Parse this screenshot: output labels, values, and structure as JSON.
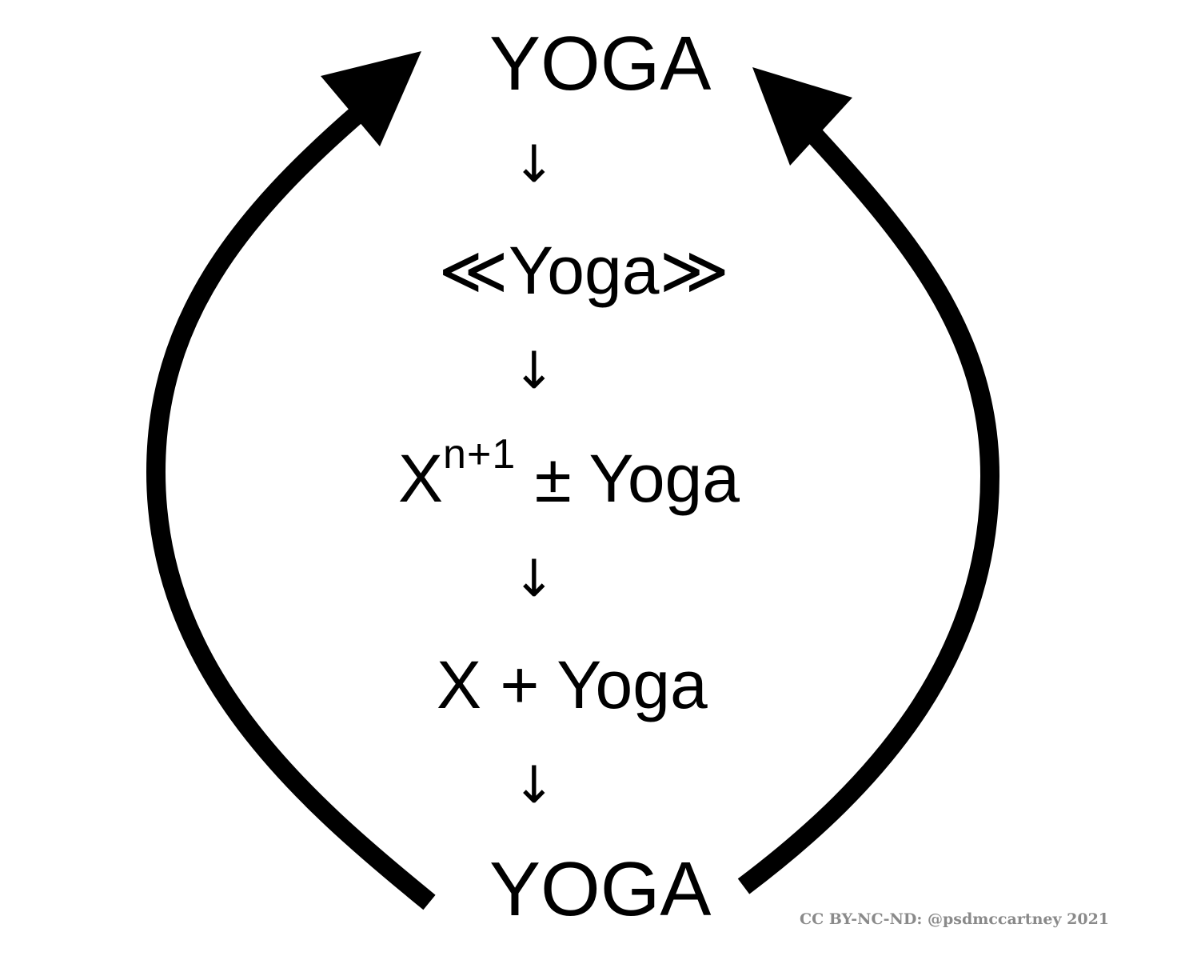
{
  "diagram": {
    "nodes": {
      "top": "YOGA",
      "guillemet_open": "≪",
      "guillemet_word": "Yoga",
      "guillemet_close": "≫",
      "power_base": "X",
      "power_exponent": "n+1",
      "power_rest": " ± Yoga",
      "sum": "X + Yoga",
      "bottom": "YOGA"
    },
    "flow_arrow_glyph": "↓",
    "cycle": {
      "direction": "bottom-to-top",
      "sides": [
        "left",
        "right"
      ]
    },
    "colors": {
      "ink": "#000000",
      "background": "#ffffff",
      "credit": "#8a8a8a"
    }
  },
  "credit": "CC BY-NC-ND: @psdmccartney 2021"
}
